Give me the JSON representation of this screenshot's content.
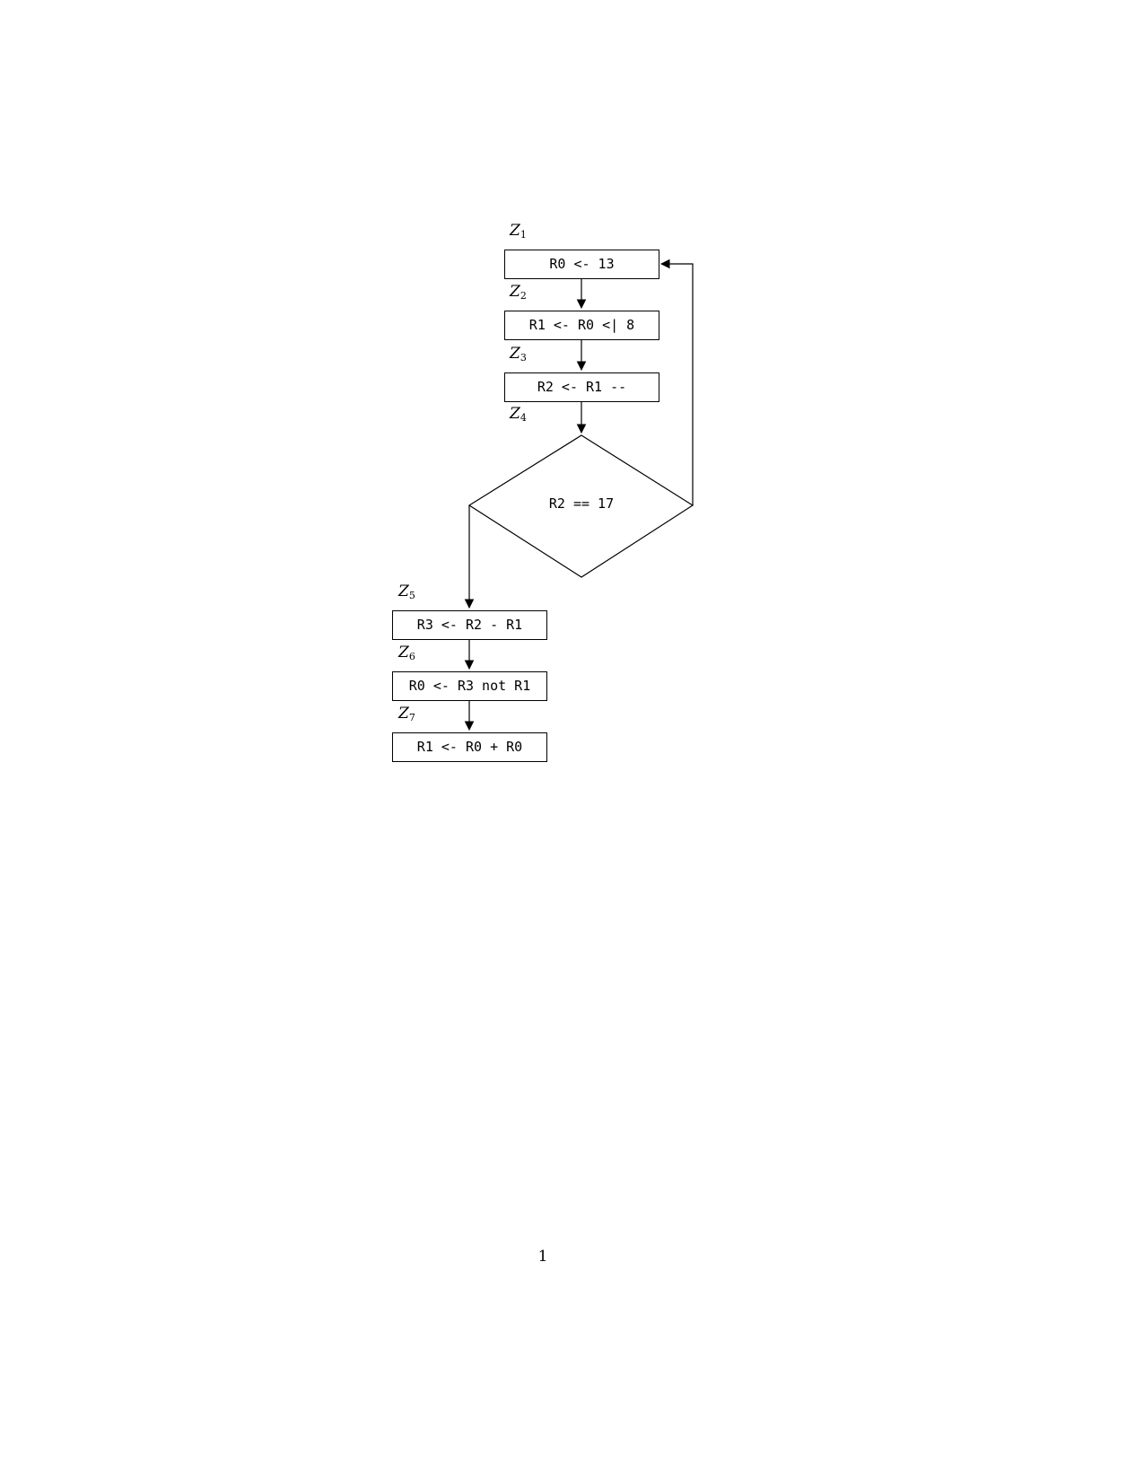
{
  "page": {
    "number": "1"
  },
  "nodes": [
    {
      "id": "Z1",
      "label_base": "Z",
      "label_sub": "1",
      "shape": "rect",
      "text": "R0 <- 13"
    },
    {
      "id": "Z2",
      "label_base": "Z",
      "label_sub": "2",
      "shape": "rect",
      "text": "R1 <- R0 <| 8"
    },
    {
      "id": "Z3",
      "label_base": "Z",
      "label_sub": "3",
      "shape": "rect",
      "text": "R2 <- R1 --"
    },
    {
      "id": "Z4",
      "label_base": "Z",
      "label_sub": "4",
      "shape": "diamond",
      "text": "R2 == 17"
    },
    {
      "id": "Z5",
      "label_base": "Z",
      "label_sub": "5",
      "shape": "rect",
      "text": "R3 <- R2 - R1"
    },
    {
      "id": "Z6",
      "label_base": "Z",
      "label_sub": "6",
      "shape": "rect",
      "text": "R0 <- R3 not R1"
    },
    {
      "id": "Z7",
      "label_base": "Z",
      "label_sub": "7",
      "shape": "rect",
      "text": "R1 <- R0 + R0"
    }
  ],
  "edges": [
    {
      "from": "Z1",
      "to": "Z2"
    },
    {
      "from": "Z2",
      "to": "Z3"
    },
    {
      "from": "Z3",
      "to": "Z4"
    },
    {
      "from": "Z4",
      "to": "Z1"
    },
    {
      "from": "Z4",
      "to": "Z5"
    },
    {
      "from": "Z5",
      "to": "Z6"
    },
    {
      "from": "Z6",
      "to": "Z7"
    }
  ],
  "colors": {
    "stroke": "#000000",
    "background": "#ffffff"
  }
}
